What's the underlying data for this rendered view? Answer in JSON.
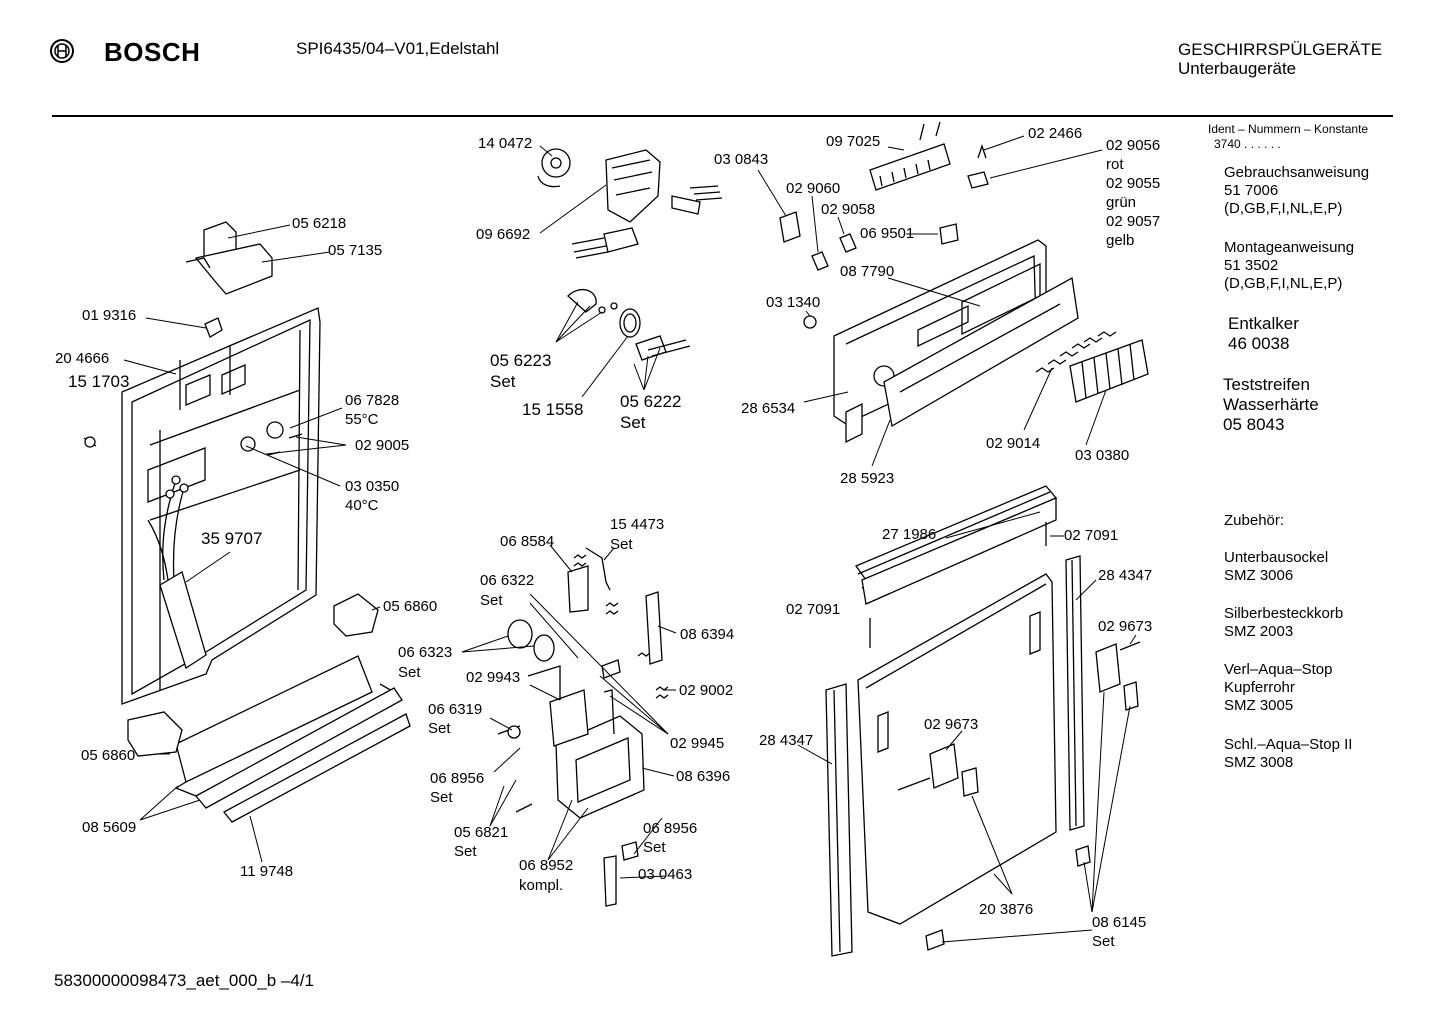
{
  "header": {
    "brand": "BOSCH",
    "model": "SPI6435/04–V01,Edelstahl",
    "category": "GESCHIRRSPÜLGERÄTE",
    "subcategory": "Unterbaugeräte"
  },
  "sidebar": {
    "ident_title": "Ident – Nummern – Konstante",
    "ident_value": "3740 . . . . . .",
    "blocks": [
      {
        "lines": [
          "Gebrauchsanweisung",
          "51 7006",
          "(D,GB,F,I,NL,E,P)"
        ]
      },
      {
        "lines": [
          "Montageanweisung",
          "51 3502",
          "(D,GB,F,I,NL,E,P)"
        ]
      },
      {
        "lines": [
          "Entkalker",
          "46 0038"
        ]
      },
      {
        "lines": [
          "Teststreifen",
          "Wasserhärte",
          "05 8043"
        ]
      },
      {
        "lines": [
          "Zubehör:"
        ]
      },
      {
        "lines": [
          "Unterbausockel",
          "SMZ 3006"
        ]
      },
      {
        "lines": [
          "Silberbesteckkorb",
          "SMZ 2003"
        ]
      },
      {
        "lines": [
          "Verl–Aqua–Stop",
          "Kupferrohr",
          "SMZ 3005"
        ]
      },
      {
        "lines": [
          "Schl.–Aqua–Stop II",
          "SMZ 3008"
        ]
      }
    ]
  },
  "parts": {
    "p140472": "14 0472",
    "p096692": "09 6692",
    "p030843": "03 0843",
    "p097025": "09 7025",
    "p022466": "02 2466",
    "p029056": "02 9056",
    "rot": "rot",
    "p029055": "02 9055",
    "gruen": "grün",
    "p029057": "02 9057",
    "gelb": "gelb",
    "p056218": "05 6218",
    "p057135": "05 7135",
    "p029060": "02 9060",
    "p029058": "02 9058",
    "p069501": "06 9501",
    "p019316": "01 9316",
    "p204666": "20 4666",
    "p151703": "15 1703",
    "p056223": "05 6223",
    "set": "Set",
    "p151558": "15 1558",
    "p056222": "05 6222",
    "p031340": "03 1340",
    "p087790": "08 7790",
    "p067828": "06 7828",
    "t55": "55°C",
    "p029005": "02 9005",
    "p030350": "03 0350",
    "t40": "40°C",
    "p286534": "28 6534",
    "p029014": "02 9014",
    "p030380": "03 0380",
    "p285923": "28 5923",
    "p359707": "35 9707",
    "p154473": "15 4473",
    "p068584": "06 8584",
    "p066322": "06 6322",
    "p271986": "27 1986",
    "p027091": "02 7091",
    "p284347": "28 4347",
    "p056860": "05 6860",
    "p066323": "06 6323",
    "p086394": "08 6394",
    "p029943": "02 9943",
    "p029002": "02 9002",
    "p029673": "02 9673",
    "p066319": "06 6319",
    "p029945": "02 9945",
    "p068956": "06 8956",
    "p086396": "08 6396",
    "p085609": "08 5609",
    "p056821": "05 6821",
    "p068952": "06 8952",
    "kompl": "kompl.",
    "p119748": "11 9748",
    "p030463": "03 0463",
    "p203876": "20 3876",
    "p086145": "08 6145"
  },
  "footer": {
    "doc_id": "58300000098473_aet_000_b –4/1"
  }
}
